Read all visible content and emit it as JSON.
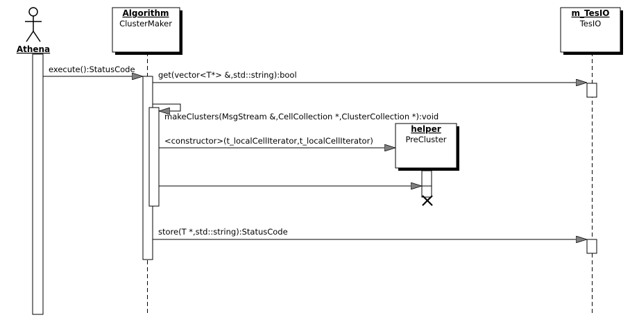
{
  "actor": {
    "name": "Athena"
  },
  "objects": {
    "clustermaker": {
      "name": "Algorithm",
      "class": "ClusterMaker"
    },
    "tesio": {
      "name": "m_TesIO",
      "class": "TesIO"
    },
    "precluster": {
      "name": "helper",
      "class": "PreCluster"
    }
  },
  "messages": {
    "execute": "execute():StatusCode",
    "get": "get(vector<T*> &,std::string):bool",
    "make_clusters": "makeClusters(MsgStream &,CellCollection *,ClusterCollection *):void",
    "constructor": "<constructor>(t_localCellIterator,t_localCellIterator)",
    "store": "store(T *,std::string):StatusCode"
  },
  "colors": {
    "line": "#000000",
    "box_fill": "#ffffff",
    "arrow_fill": "#808080"
  }
}
